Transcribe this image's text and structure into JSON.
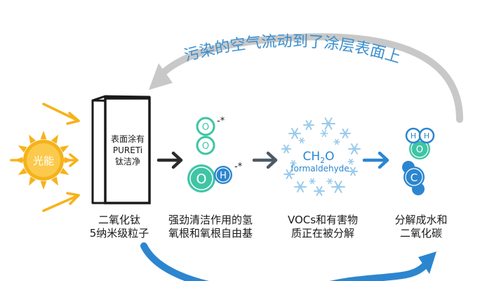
{
  "top_arrow_text": "污染的空气流动到了涂层表面上",
  "sun_label": "光能",
  "panel_text": [
    "表面涂有",
    "PURETi",
    "钛洁净"
  ],
  "radicals": {
    "o": "O",
    "h": "H",
    "mark": "-*"
  },
  "molecule": {
    "formula_ch": "CH",
    "formula_sub": "2",
    "formula_o": "O",
    "name": "formaldehyde"
  },
  "products": {
    "h": "H",
    "o": "O",
    "c": "C"
  },
  "labels": {
    "tio2_line1": "二氧化钛",
    "tio2_line2": "5纳米级粒子",
    "radical_line1": "强劲清洁作用的氢",
    "radical_line2": "氧根和氧根自由基",
    "voc_line1": "VOCs和有害物",
    "voc_line2": "质正在被分解",
    "result_line1": "分解成水和",
    "result_line2": "二氧化碳"
  },
  "colors": {
    "arc_gray": "#c8c8c8",
    "top_text_blue": "#3b8fcf",
    "sun": "#f6b21a",
    "teal": "#3fc5a5",
    "blue": "#2c86cf",
    "flake": "#9ccbeb"
  }
}
